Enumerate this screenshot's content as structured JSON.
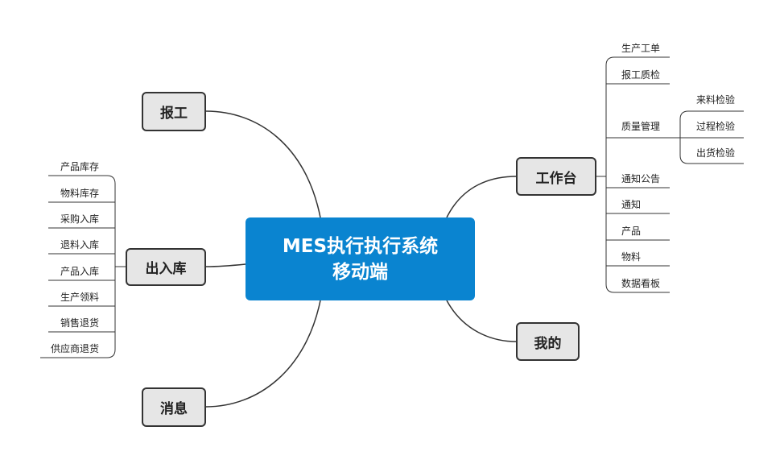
{
  "central": {
    "line1": "MES执行执行系统",
    "line2": "移动端"
  },
  "branches": {
    "baogong": {
      "label": "报工"
    },
    "churuku": {
      "label": "出入库",
      "items": [
        "产品库存",
        "物料库存",
        "采购入库",
        "退料入库",
        "产品入库",
        "生产领料",
        "销售退货",
        "供应商退货"
      ]
    },
    "xiaoxi": {
      "label": "消息"
    },
    "gongzuotai": {
      "label": "工作台",
      "items": [
        "生产工单",
        "报工质检",
        "质量管理",
        "通知公告",
        "通知",
        "产品",
        "物料",
        "数据看板"
      ],
      "quality_sub": [
        "来料检验",
        "过程检验",
        "出货检验"
      ]
    },
    "wode": {
      "label": "我的"
    }
  },
  "colors": {
    "central_bg": "#0a84d0",
    "node_bg": "#e6e6e6",
    "node_border": "#333333",
    "line": "#333333"
  }
}
